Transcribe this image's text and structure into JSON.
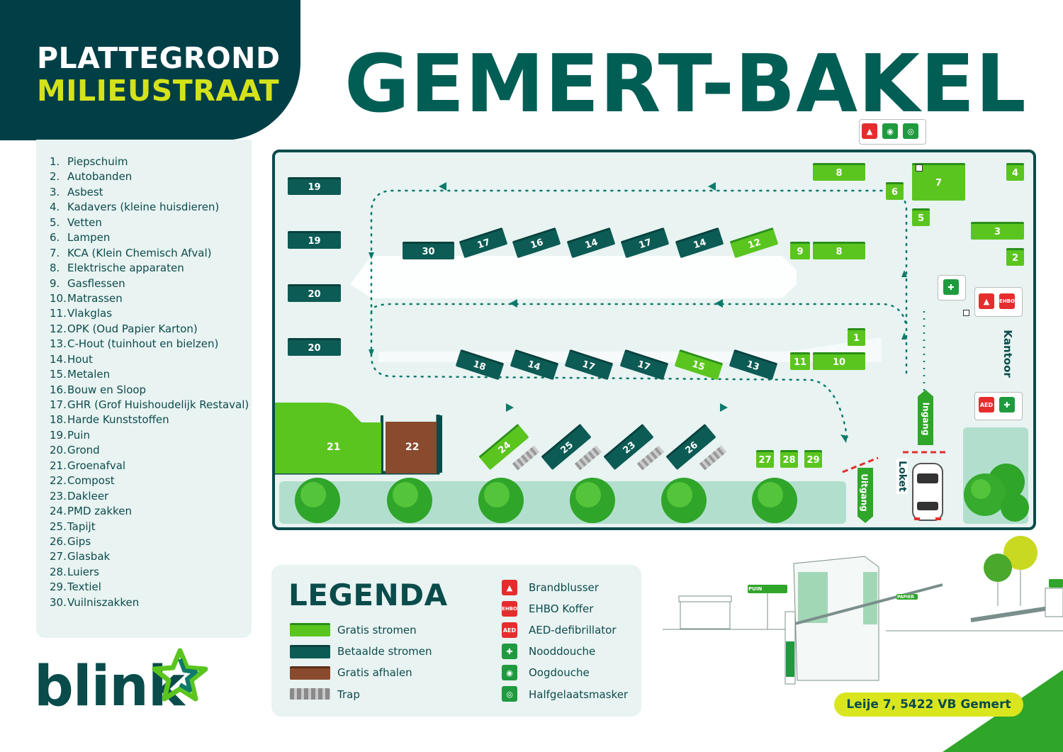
{
  "header": {
    "line1": "PLATTEGROND",
    "line2": "MILIEUSTRAAT"
  },
  "title": "GEMERT-BAKEL",
  "list": [
    {
      "num": "1.",
      "label": "Piepschuim"
    },
    {
      "num": "2.",
      "label": "Autobanden"
    },
    {
      "num": "3.",
      "label": "Asbest"
    },
    {
      "num": "4.",
      "label": "Kadavers (kleine huisdieren)"
    },
    {
      "num": "5.",
      "label": "Vetten"
    },
    {
      "num": "6.",
      "label": "Lampen"
    },
    {
      "num": "7.",
      "label": "KCA (Klein Chemisch Afval)"
    },
    {
      "num": "8.",
      "label": "Elektrische apparaten"
    },
    {
      "num": "9.",
      "label": "Gasflessen"
    },
    {
      "num": "10.",
      "label": "Matrassen"
    },
    {
      "num": "11.",
      "label": "Vlakglas"
    },
    {
      "num": "12.",
      "label": "OPK (Oud Papier Karton)"
    },
    {
      "num": "13.",
      "label": "C-Hout (tuinhout en bielzen)"
    },
    {
      "num": "14.",
      "label": "Hout"
    },
    {
      "num": "15.",
      "label": "Metalen"
    },
    {
      "num": "16.",
      "label": "Bouw en Sloop"
    },
    {
      "num": "17.",
      "label": "GHR (Grof Huishoudelijk Restaval)"
    },
    {
      "num": "18.",
      "label": "Harde Kunststoffen"
    },
    {
      "num": "19.",
      "label": "Puin"
    },
    {
      "num": "20.",
      "label": "Grond"
    },
    {
      "num": "21.",
      "label": "Groenafval"
    },
    {
      "num": "22.",
      "label": "Compost"
    },
    {
      "num": "23.",
      "label": "Dakleer"
    },
    {
      "num": "24.",
      "label": "PMD zakken"
    },
    {
      "num": "25.",
      "label": "Tapijt"
    },
    {
      "num": "26.",
      "label": "Gips"
    },
    {
      "num": "27.",
      "label": "Glasbak"
    },
    {
      "num": "28.",
      "label": "Luiers"
    },
    {
      "num": "29.",
      "label": "Textiel"
    },
    {
      "num": "30.",
      "label": "Vuilniszakken"
    }
  ],
  "logo": "blink",
  "map": {
    "containers": [
      {
        "id": "c19a",
        "label": "19",
        "kind": "paid"
      },
      {
        "id": "c19b",
        "label": "19",
        "kind": "paid"
      },
      {
        "id": "c20a",
        "label": "20",
        "kind": "paid"
      },
      {
        "id": "c20b",
        "label": "20",
        "kind": "paid"
      },
      {
        "id": "c30",
        "label": "30",
        "kind": "paid"
      },
      {
        "id": "c17a",
        "label": "17",
        "kind": "paid"
      },
      {
        "id": "c16",
        "label": "16",
        "kind": "paid"
      },
      {
        "id": "c14a",
        "label": "14",
        "kind": "paid"
      },
      {
        "id": "c17b",
        "label": "17",
        "kind": "paid"
      },
      {
        "id": "c14b",
        "label": "14",
        "kind": "paid"
      },
      {
        "id": "c12",
        "label": "12",
        "kind": "free"
      },
      {
        "id": "c9",
        "label": "9",
        "kind": "free"
      },
      {
        "id": "c8b",
        "label": "8",
        "kind": "free"
      },
      {
        "id": "c8a",
        "label": "8",
        "kind": "free"
      },
      {
        "id": "c6",
        "label": "6",
        "kind": "free"
      },
      {
        "id": "c7",
        "label": "7",
        "kind": "free"
      },
      {
        "id": "c4",
        "label": "4",
        "kind": "free"
      },
      {
        "id": "c5",
        "label": "5",
        "kind": "free"
      },
      {
        "id": "c3",
        "label": "3",
        "kind": "free"
      },
      {
        "id": "c2",
        "label": "2",
        "kind": "free"
      },
      {
        "id": "c1",
        "label": "1",
        "kind": "free"
      },
      {
        "id": "c18",
        "label": "18",
        "kind": "paid"
      },
      {
        "id": "c14c",
        "label": "14",
        "kind": "paid"
      },
      {
        "id": "c17c",
        "label": "17",
        "kind": "paid"
      },
      {
        "id": "c17d",
        "label": "17",
        "kind": "paid"
      },
      {
        "id": "c15",
        "label": "15",
        "kind": "free"
      },
      {
        "id": "c13",
        "label": "13",
        "kind": "paid"
      },
      {
        "id": "c11",
        "label": "11",
        "kind": "free"
      },
      {
        "id": "c10",
        "label": "10",
        "kind": "free"
      },
      {
        "id": "c21",
        "label": "21",
        "kind": "free"
      },
      {
        "id": "c22",
        "label": "22",
        "kind": "brown"
      },
      {
        "id": "c24",
        "label": "24",
        "kind": "free"
      },
      {
        "id": "c25",
        "label": "25",
        "kind": "paid"
      },
      {
        "id": "c23",
        "label": "23",
        "kind": "paid"
      },
      {
        "id": "c26",
        "label": "26",
        "kind": "paid"
      },
      {
        "id": "c27",
        "label": "27",
        "kind": "free"
      },
      {
        "id": "c28",
        "label": "28",
        "kind": "free"
      },
      {
        "id": "c29",
        "label": "29",
        "kind": "free"
      }
    ],
    "kantoor": "Kantoor",
    "ingang": "Ingang",
    "uitgang": "Uitgang",
    "loket": "Loket",
    "sign_puin": "PUIN",
    "sign_papier": "PAPIER"
  },
  "legend": {
    "title": "LEGENDA",
    "items": [
      {
        "label": "Gratis stromen"
      },
      {
        "label": "Betaalde stromen"
      },
      {
        "label": "Gratis afhalen"
      },
      {
        "label": "Trap"
      }
    ],
    "safety": [
      {
        "label": "Brandblusser"
      },
      {
        "label": "EHBO Koffer"
      },
      {
        "label": "AED-defibrillator"
      },
      {
        "label": "Nooddouche"
      },
      {
        "label": "Oogdouche"
      },
      {
        "label": "Halfgelaatsmasker"
      }
    ],
    "ehbo_text": "EHBO",
    "aed_text": "AED"
  },
  "address": "Leije 7, 5422 VB Gemert",
  "colors": {
    "dark": "#013f47",
    "free": "#5bc51f",
    "paid": "#0d5b55",
    "brown": "#8a4a2e",
    "accent": "#d4e21a"
  }
}
